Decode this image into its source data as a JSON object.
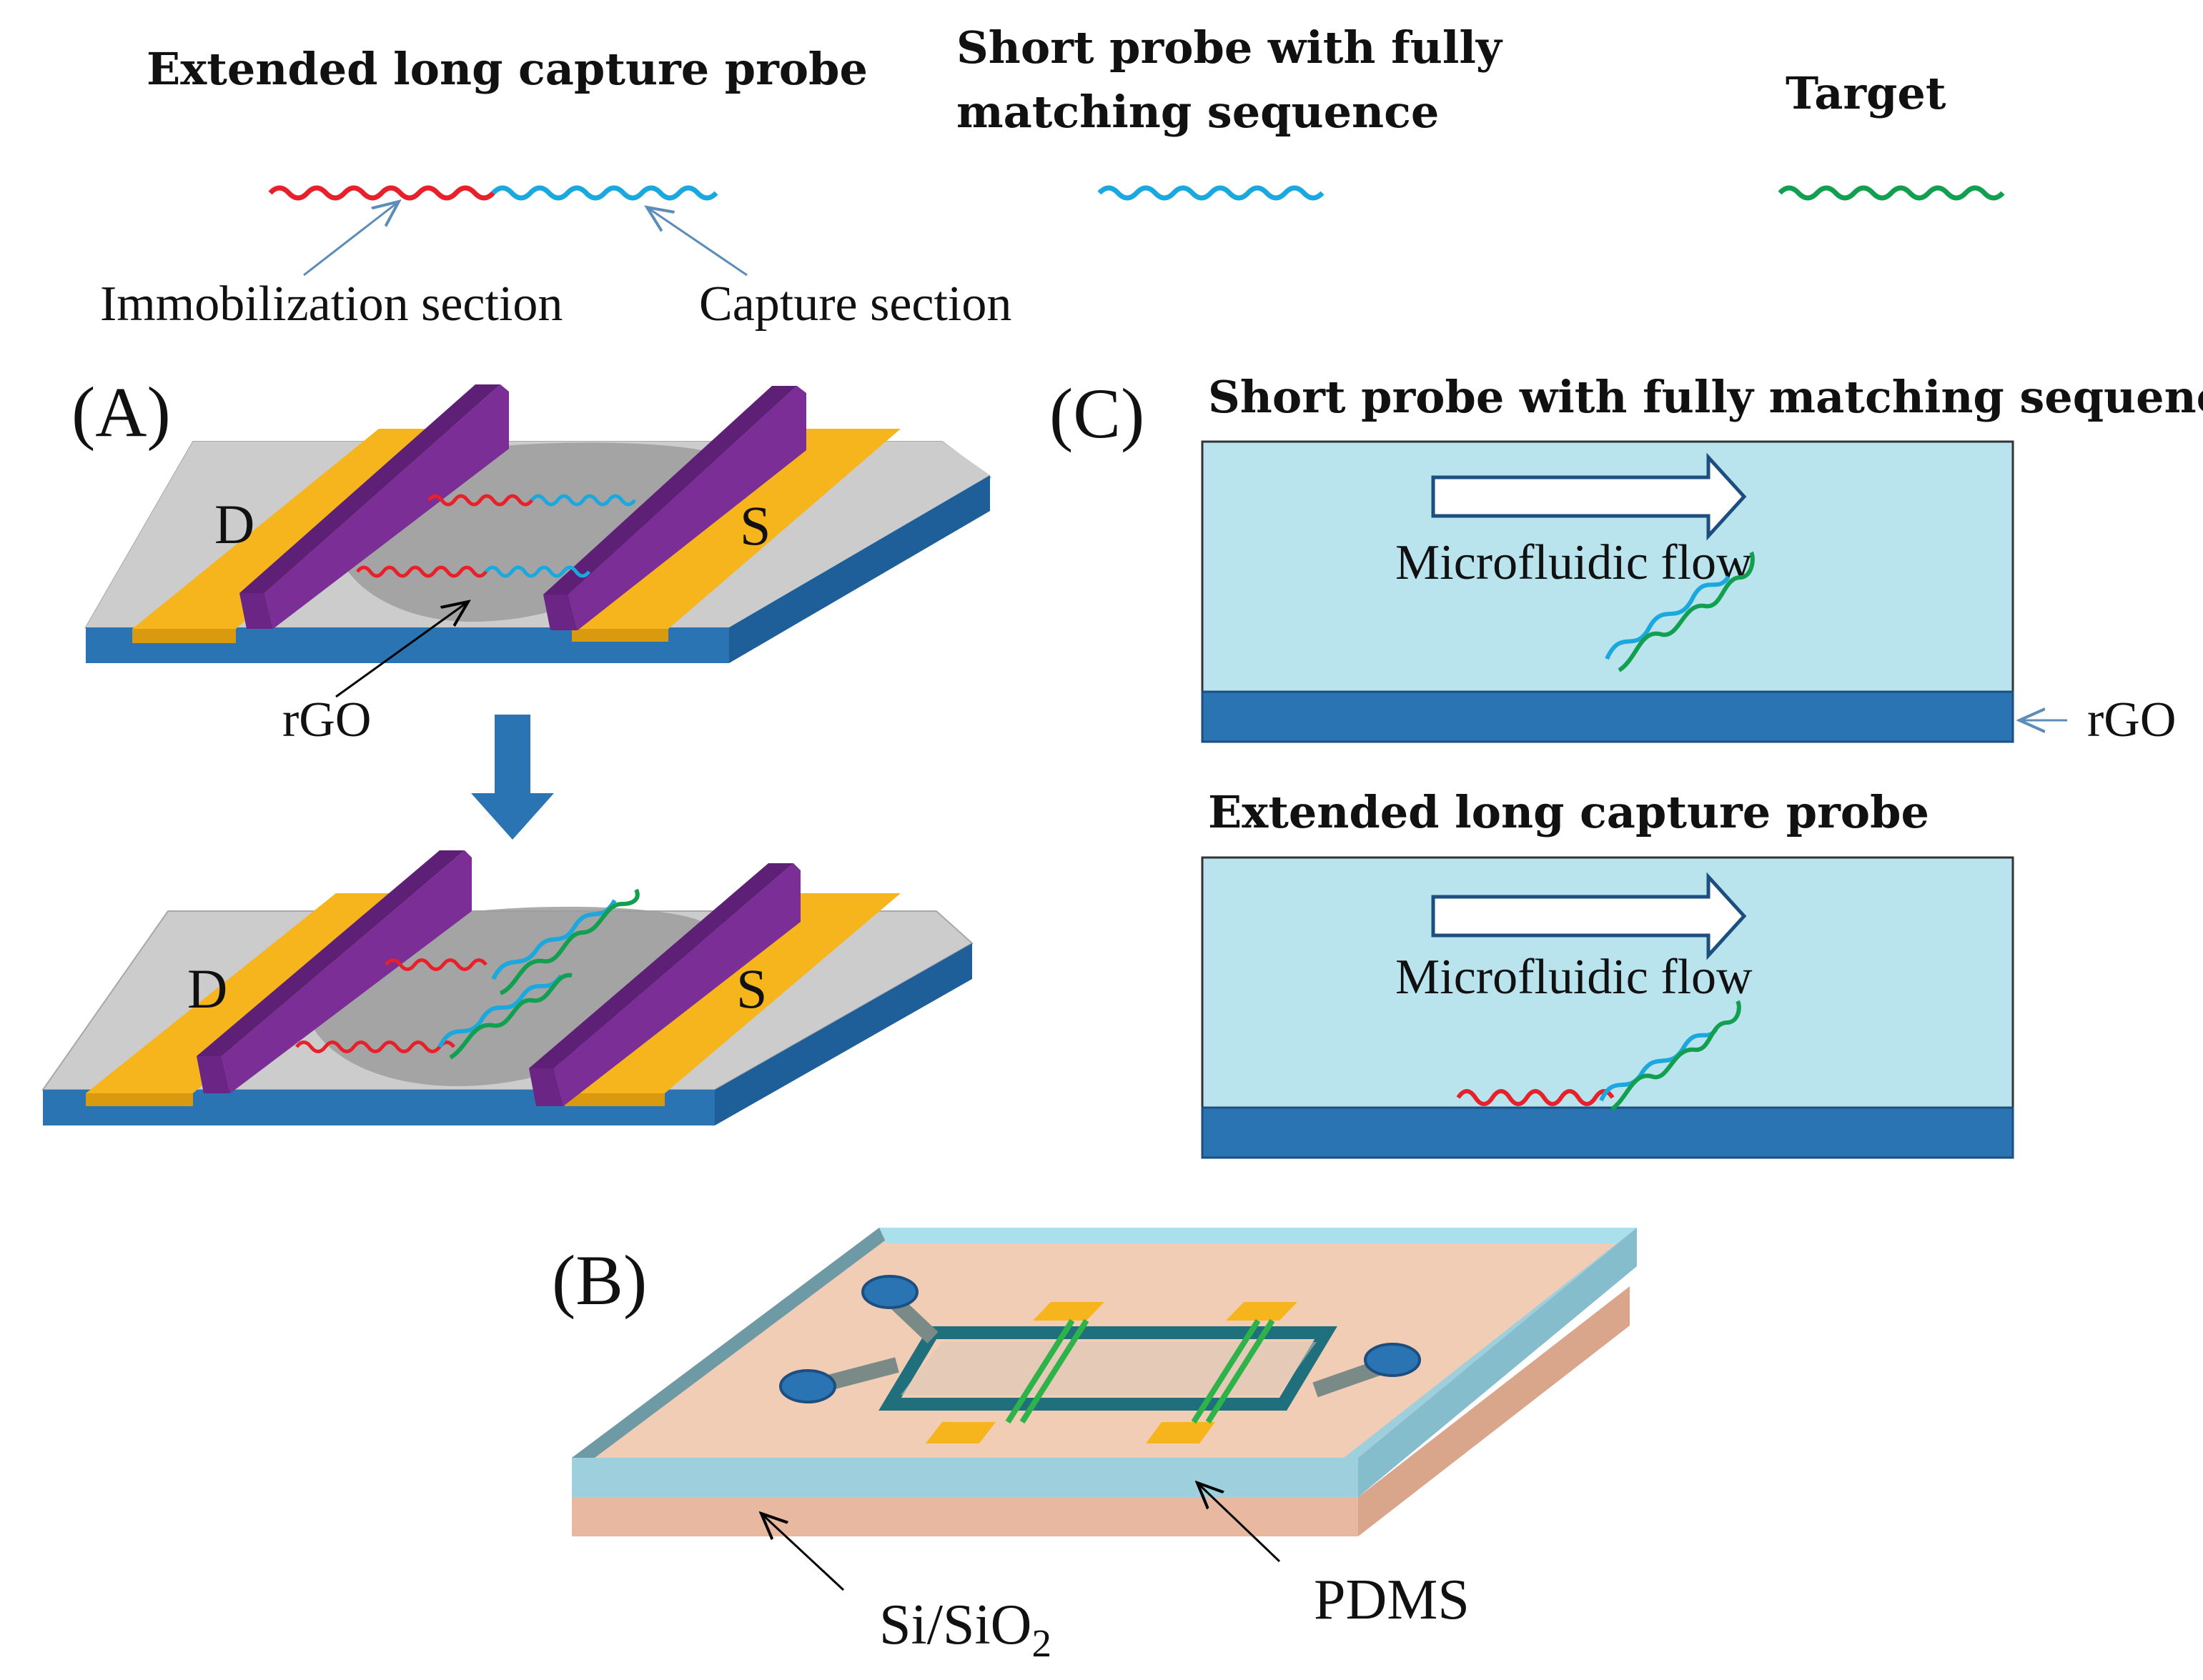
{
  "legend": {
    "long_probe": "Extended long capture probe",
    "short_probe_line1": "Short probe with fully",
    "short_probe_line2": "matching sequence",
    "target": "Target",
    "immobilization": "Immobilization section",
    "capture": "Capture section"
  },
  "panel_a": {
    "label": "(A)",
    "drain": "D",
    "source": "S",
    "rgo": "rGO"
  },
  "panel_b": {
    "label": "(B)",
    "substrate": "Si/SiO",
    "substrate_sub": "2",
    "pdms": "PDMS"
  },
  "panel_c": {
    "label": "(C)",
    "top_title": "Short probe with fully matching sequence",
    "top_flow": "Microfluidic flow",
    "rgo": "rGO",
    "bottom_title": "Extended long capture probe",
    "bottom_flow": "Microfluidic flow"
  },
  "colors": {
    "immobilization_strand": "#e8202a",
    "capture_strand": "#1aa8de",
    "target_strand": "#12a050",
    "electrode_gold": "#f6b51c",
    "electrode_purple": "#7a2e96",
    "substrate_blue": "#2a74b4",
    "channel_fill": "#b9e4ee",
    "pdms": "#a9d9e4",
    "silicon": "#e8b8a0"
  }
}
